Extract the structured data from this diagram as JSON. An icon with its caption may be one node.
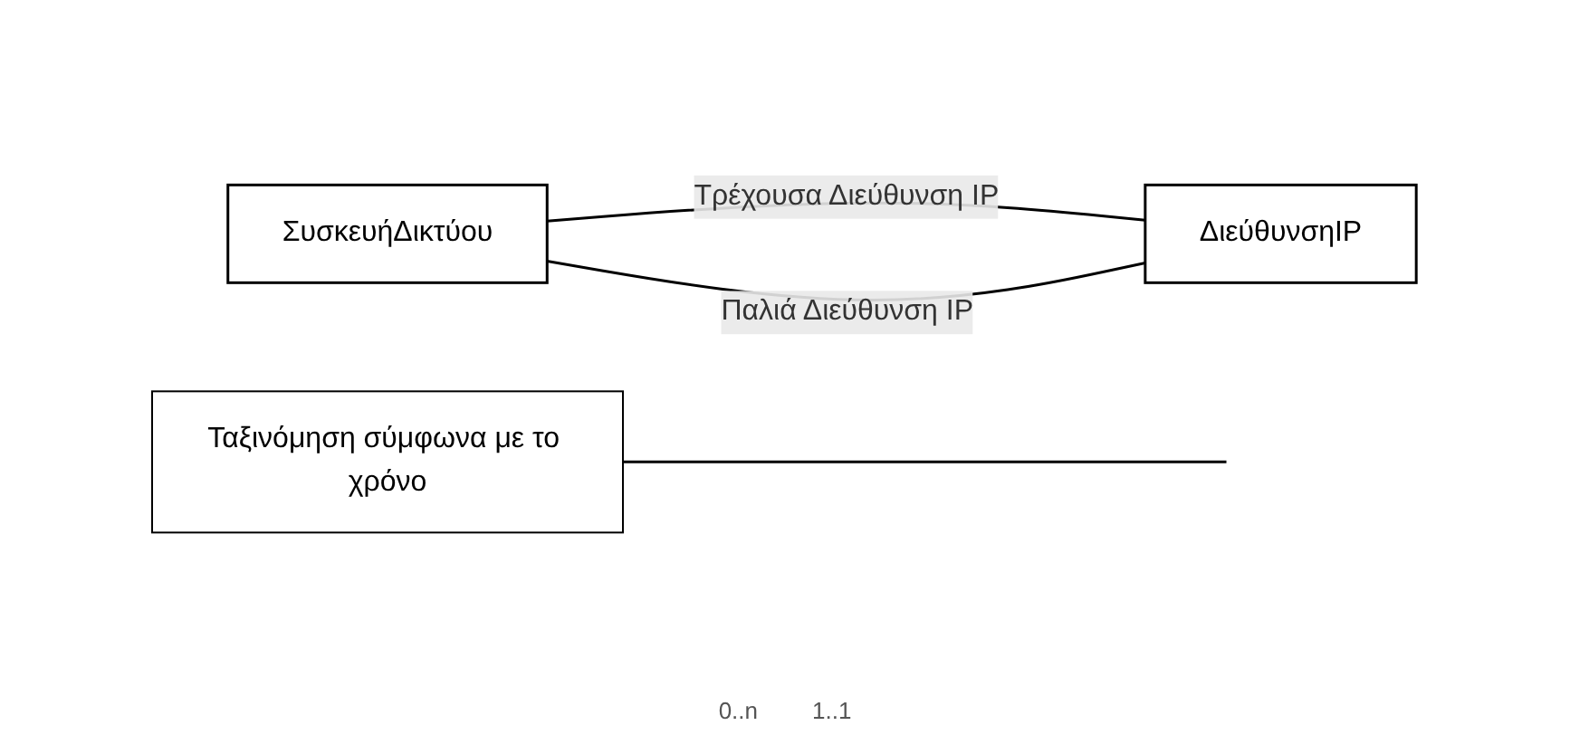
{
  "diagram": {
    "nodes": [
      {
        "text": [
          "ΣυσκευήΔικτύου"
        ]
      },
      {
        "text": [
          "ΔιεύθυνσηIP"
        ]
      },
      {
        "text": [
          "Ταξινόμηση σύμφωνα με το χρόνο"
        ]
      }
    ],
    "edges": [
      {
        "from": 0,
        "to": 1,
        "arrow": "none",
        "label": "Τρέχουσα Διεύθυνση IP"
      },
      {
        "from": 0,
        "to": 1,
        "arrow": "none",
        "label": "Παλιά Διεύθυνση IP"
      },
      {
        "from": 2,
        "to": null,
        "arrow": "none"
      }
    ],
    "labels": [
      "0..n",
      "1..1"
    ]
  }
}
